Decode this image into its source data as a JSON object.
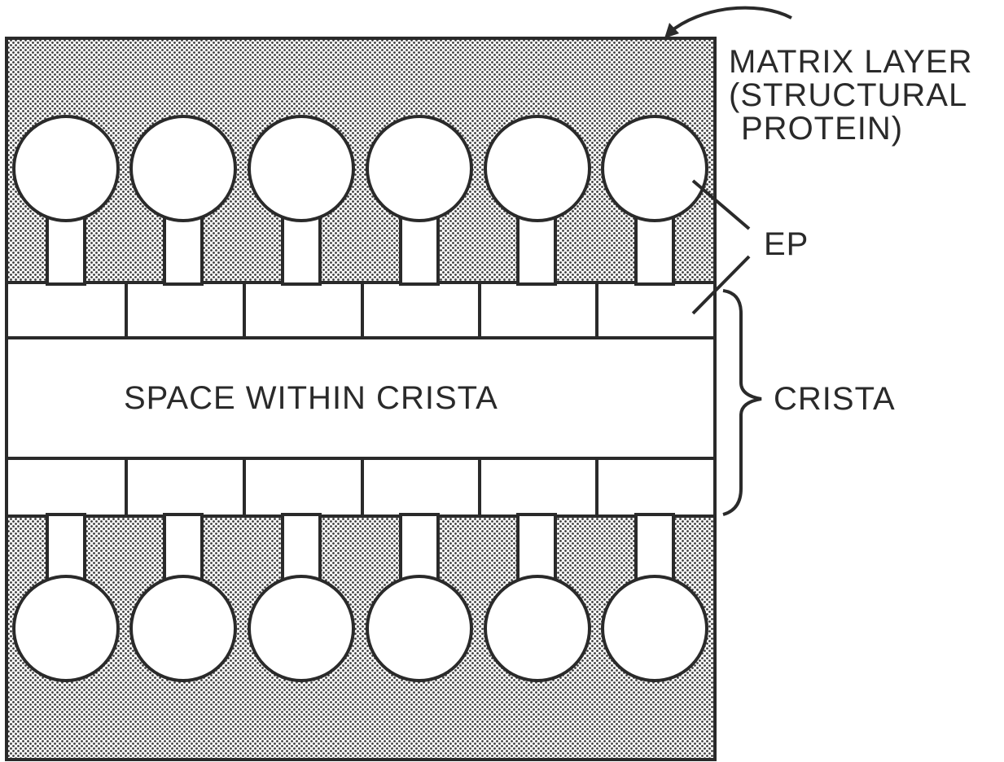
{
  "labels": {
    "matrix_line1": "MATRIX LAYER",
    "matrix_line2": "(STRUCTURAL",
    "matrix_line3": "PROTEIN)",
    "ep": "EP",
    "crista": "CRISTA",
    "space": "SPACE WITHIN CRISTA"
  },
  "colors": {
    "ink": "#2a2a2a",
    "fill": "#ffffff",
    "dot_pattern": "#3a3a3a"
  }
}
